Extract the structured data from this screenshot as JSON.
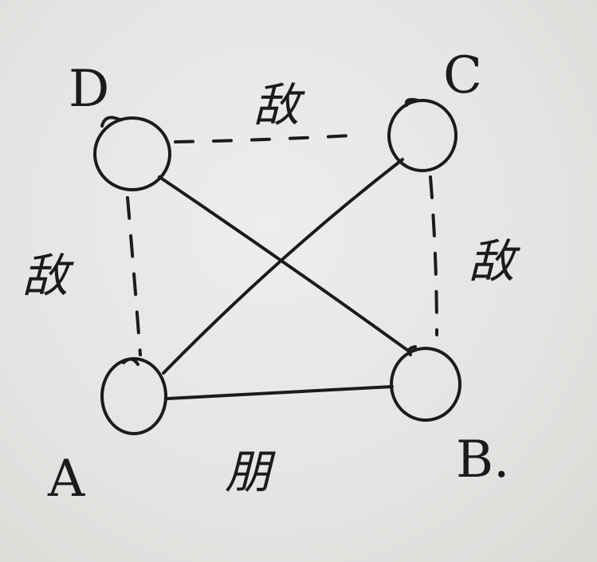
{
  "diagram": {
    "nodes": [
      {
        "id": "D",
        "label": "D"
      },
      {
        "id": "C",
        "label": "C"
      },
      {
        "id": "A",
        "label": "A"
      },
      {
        "id": "B",
        "label": "B."
      }
    ],
    "edges": [
      {
        "from": "D",
        "to": "C",
        "style": "dashed",
        "label": "敌"
      },
      {
        "from": "D",
        "to": "A",
        "style": "dashed",
        "label": "敌"
      },
      {
        "from": "C",
        "to": "B",
        "style": "dashed",
        "label": "敌"
      },
      {
        "from": "A",
        "to": "B",
        "style": "solid",
        "label": "朋"
      },
      {
        "from": "D",
        "to": "B",
        "style": "solid",
        "label": ""
      },
      {
        "from": "C",
        "to": "A",
        "style": "solid",
        "label": ""
      }
    ],
    "colors": {
      "ink": "#1b1b1b",
      "paper": "#e6e6e4"
    }
  }
}
